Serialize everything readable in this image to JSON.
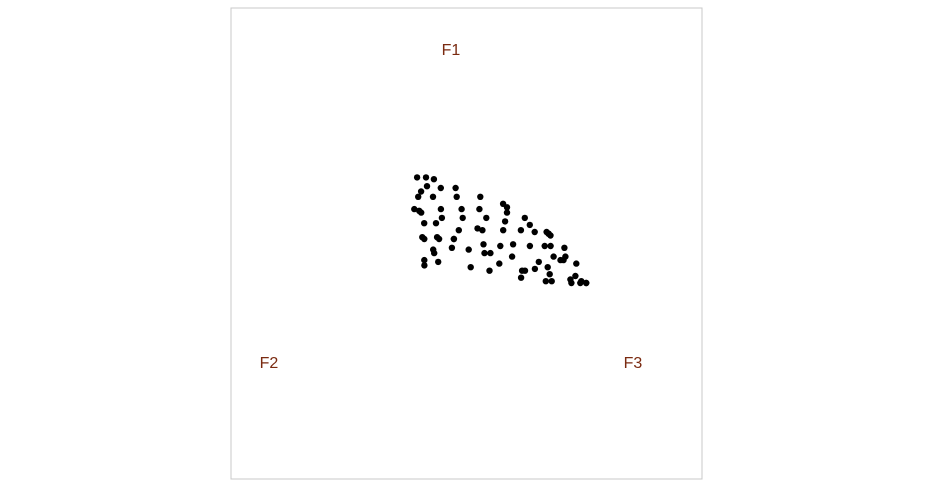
{
  "chart_data": {
    "type": "scatter",
    "subtype": "ternary",
    "title": "",
    "grid": false,
    "axis_labels": {
      "F1": "F1",
      "F2": "F2",
      "F3": "F3"
    },
    "label_color": "#7a2a10",
    "point_color": "#000000",
    "points": [
      {
        "F1": 0.6,
        "F2": 0.23,
        "F3": 0.17
      },
      {
        "F1": 0.6,
        "F2": 0.2,
        "F3": 0.2
      },
      {
        "F1": 0.59,
        "F2": 0.18,
        "F3": 0.23
      },
      {
        "F1": 0.55,
        "F2": 0.23,
        "F3": 0.22
      },
      {
        "F1": 0.54,
        "F2": 0.19,
        "F3": 0.27
      },
      {
        "F1": 0.54,
        "F2": 0.14,
        "F3": 0.32
      },
      {
        "F1": 0.52,
        "F2": 0.27,
        "F3": 0.21
      },
      {
        "F1": 0.49,
        "F2": 0.3,
        "F3": 0.21
      },
      {
        "F1": 0.49,
        "F2": 0.25,
        "F3": 0.26
      },
      {
        "F1": 0.49,
        "F2": 0.17,
        "F3": 0.34
      },
      {
        "F1": 0.49,
        "F2": 0.09,
        "F3": 0.42
      },
      {
        "F1": 0.45,
        "F2": 0.04,
        "F3": 0.51
      },
      {
        "F1": 0.43,
        "F2": 0.04,
        "F3": 0.53
      },
      {
        "F1": 0.42,
        "F2": 0.36,
        "F3": 0.22
      },
      {
        "F1": 0.42,
        "F2": 0.27,
        "F3": 0.31
      },
      {
        "F1": 0.42,
        "F2": 0.2,
        "F3": 0.38
      },
      {
        "F1": 0.42,
        "F2": 0.14,
        "F3": 0.44
      },
      {
        "F1": 0.4,
        "F2": 0.35,
        "F3": 0.25
      },
      {
        "F1": 0.41,
        "F2": 0.35,
        "F3": 0.24
      },
      {
        "F1": 0.4,
        "F2": 0.06,
        "F3": 0.54
      },
      {
        "F1": 0.37,
        "F2": 0.3,
        "F3": 0.33
      },
      {
        "F1": 0.37,
        "F2": 0.23,
        "F3": 0.4
      },
      {
        "F1": 0.37,
        "F2": 0.15,
        "F3": 0.48
      },
      {
        "F1": 0.37,
        "F2": 0.02,
        "F3": 0.61
      },
      {
        "F1": 0.35,
        "F2": 0.1,
        "F3": 0.55
      },
      {
        "F1": 0.34,
        "F2": 0.38,
        "F3": 0.28
      },
      {
        "F1": 0.34,
        "F2": 0.34,
        "F3": 0.32
      },
      {
        "F1": 0.33,
        "F2": 0.03,
        "F3": 0.64
      },
      {
        "F1": 0.3,
        "F2": 0.29,
        "F3": 0.41
      },
      {
        "F1": 0.31,
        "F2": 0.22,
        "F3": 0.47
      },
      {
        "F1": 0.3,
        "F2": 0.21,
        "F3": 0.49
      },
      {
        "F1": 0.3,
        "F2": 0.14,
        "F3": 0.56
      },
      {
        "F1": 0.3,
        "F2": 0.08,
        "F3": 0.62
      },
      {
        "F1": 0.29,
        "F2": 0.04,
        "F3": 0.67
      },
      {
        "F1": 0.29,
        "F2": 0.0,
        "F3": 0.71
      },
      {
        "F1": 0.28,
        "F2": 0.0,
        "F3": 0.72
      },
      {
        "F1": 0.28,
        "F2": 0.0,
        "F3": 0.72
      },
      {
        "F1": 0.27,
        "F2": 0.0,
        "F3": 0.73
      },
      {
        "F1": 0.26,
        "F2": 0.44,
        "F3": 0.3
      },
      {
        "F1": 0.25,
        "F2": 0.44,
        "F3": 0.31
      },
      {
        "F1": 0.26,
        "F2": 0.39,
        "F3": 0.35
      },
      {
        "F1": 0.25,
        "F2": 0.39,
        "F3": 0.36
      },
      {
        "F1": 0.25,
        "F2": 0.34,
        "F3": 0.41
      },
      {
        "F1": 0.25,
        "F2": 0.34,
        "F3": 0.41
      },
      {
        "F1": 0.22,
        "F2": 0.26,
        "F3": 0.52
      },
      {
        "F1": 0.22,
        "F2": 0.16,
        "F3": 0.62
      },
      {
        "F1": 0.21,
        "F2": 0.21,
        "F3": 0.58
      },
      {
        "F1": 0.21,
        "F2": 0.11,
        "F3": 0.68
      },
      {
        "F1": 0.21,
        "F2": 0.06,
        "F3": 0.73
      },
      {
        "F1": 0.2,
        "F2": 0.0,
        "F3": 0.8
      },
      {
        "F1": 0.2,
        "F2": 0.38,
        "F3": 0.42
      },
      {
        "F1": 0.19,
        "F2": 0.45,
        "F3": 0.36
      },
      {
        "F1": 0.19,
        "F2": 0.33,
        "F3": 0.48
      },
      {
        "F1": 0.17,
        "F2": 0.46,
        "F3": 0.37
      },
      {
        "F1": 0.17,
        "F2": 0.29,
        "F3": 0.54
      },
      {
        "F1": 0.17,
        "F2": 0.27,
        "F3": 0.56
      },
      {
        "F1": 0.15,
        "F2": 0.21,
        "F3": 0.64
      },
      {
        "F1": 0.15,
        "F2": 0.03,
        "F3": 0.82
      },
      {
        "F1": 0.13,
        "F2": 0.52,
        "F3": 0.35
      },
      {
        "F1": 0.12,
        "F2": 0.48,
        "F3": 0.4
      },
      {
        "F1": 0.11,
        "F2": 0.28,
        "F3": 0.61
      },
      {
        "F1": 0.12,
        "F2": 0.14,
        "F3": 0.74
      },
      {
        "F1": 0.1,
        "F2": 0.54,
        "F3": 0.36
      },
      {
        "F1": 0.09,
        "F2": 0.39,
        "F3": 0.52
      },
      {
        "F1": 0.08,
        "F2": 0.18,
        "F3": 0.74
      },
      {
        "F1": 0.07,
        "F2": 0.23,
        "F3": 0.7
      },
      {
        "F1": 0.07,
        "F2": 0.34,
        "F3": 0.59
      },
      {
        "F1": 0.07,
        "F2": 0.22,
        "F3": 0.71
      },
      {
        "F1": 0.09,
        "F2": 0.13,
        "F3": 0.78
      },
      {
        "F1": 0.05,
        "F2": 0.15,
        "F3": 0.8
      },
      {
        "F1": 0.04,
        "F2": 0.07,
        "F3": 0.89
      },
      {
        "F1": 0.03,
        "F2": 0.26,
        "F3": 0.71
      },
      {
        "F1": 0.01,
        "F2": 0.19,
        "F3": 0.8
      },
      {
        "F1": 0.01,
        "F2": 0.17,
        "F3": 0.82
      },
      {
        "F1": 0.02,
        "F2": 0.1,
        "F3": 0.88
      },
      {
        "F1": 0.01,
        "F2": 0.07,
        "F3": 0.92
      },
      {
        "F1": 0.0,
        "F2": 0.06,
        "F3": 0.94
      },
      {
        "F1": 0.0,
        "F2": 0.06,
        "F3": 0.94
      },
      {
        "F1": 0.0,
        "F2": 0.08,
        "F3": 0.92
      },
      {
        "F1": 0.0,
        "F2": 0.11,
        "F3": 0.89
      },
      {
        "F1": 0.11,
        "F2": 0.02,
        "F3": 0.87
      },
      {
        "F1": 0.13,
        "F2": 0.05,
        "F3": 0.82
      },
      {
        "F1": 0.13,
        "F2": 0.06,
        "F3": 0.81
      },
      {
        "F1": 0.15,
        "F2": 0.07,
        "F3": 0.78
      },
      {
        "F1": 0.21,
        "F2": 0.04,
        "F3": 0.75
      }
    ]
  }
}
